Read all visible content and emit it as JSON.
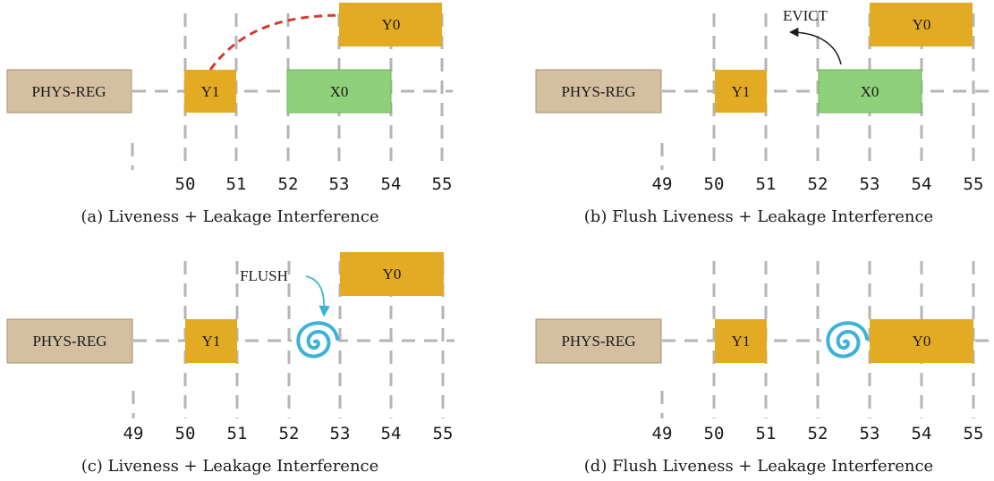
{
  "colors": {
    "phys": "#d4bfa1",
    "phys_border": "#a89272",
    "y_reg": "#e3ab24",
    "x_reg": "#8fd07b",
    "x_border": "#6fb35a",
    "grid": "#b5b5b5",
    "evict_arrow": "#d33b2e",
    "flush": "#3cb2d8"
  },
  "panels": [
    {
      "id": "a",
      "caption": "(a)  Liveness + Leakage Interference",
      "tick_labels": [
        "50",
        "51",
        "52",
        "53",
        "54",
        "55"
      ],
      "phys_label": "PHYS-REG",
      "boxes": [
        {
          "label": "Y1",
          "kind": "y"
        },
        {
          "label": "X0",
          "kind": "x"
        },
        {
          "label": "Y0",
          "kind": "y"
        }
      ]
    },
    {
      "id": "b",
      "caption": "(b)  Flush Liveness + Leakage Interference",
      "annotation": "EVICT",
      "tick_labels": [
        "49",
        "50",
        "51",
        "52",
        "53",
        "54",
        "55"
      ],
      "phys_label": "PHYS-REG",
      "boxes": [
        {
          "label": "Y1",
          "kind": "y"
        },
        {
          "label": "X0",
          "kind": "x"
        },
        {
          "label": "Y0",
          "kind": "y"
        }
      ]
    },
    {
      "id": "c",
      "caption": "(c)  Liveness + Leakage Interference",
      "annotation": "FLUSH",
      "tick_labels": [
        "49",
        "50",
        "51",
        "52",
        "53",
        "54",
        "55"
      ],
      "phys_label": "PHYS-REG",
      "boxes": [
        {
          "label": "Y1",
          "kind": "y"
        },
        {
          "label": "Y0",
          "kind": "y"
        }
      ],
      "icons": [
        "flush-spiral-icon"
      ]
    },
    {
      "id": "d",
      "caption": "(d)  Flush Liveness + Leakage Interference",
      "tick_labels": [
        "49",
        "50",
        "51",
        "52",
        "53",
        "54",
        "55"
      ],
      "phys_label": "PHYS-REG",
      "boxes": [
        {
          "label": "Y1",
          "kind": "y"
        },
        {
          "label": "Y0",
          "kind": "y"
        }
      ],
      "icons": [
        "flush-spiral-icon"
      ]
    }
  ]
}
